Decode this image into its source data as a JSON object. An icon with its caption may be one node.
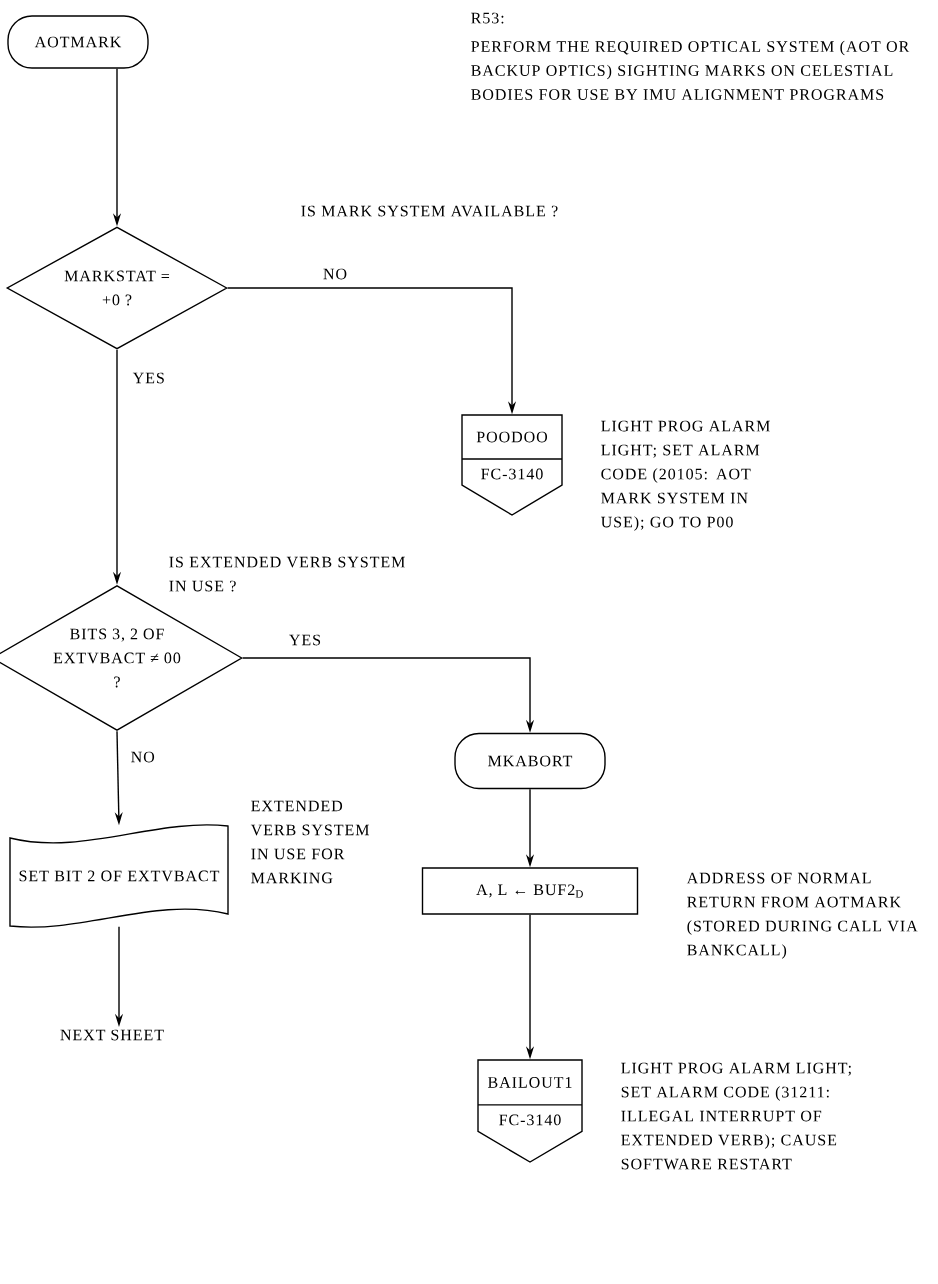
{
  "diagram": {
    "nodes": [
      {
        "text": [
          "AOTMARK"
        ]
      },
      {
        "text": [
          "MARKSTAT = +0 ?"
        ]
      },
      {
        "text": [
          "POODOO",
          "FC-3140"
        ],
        "beside": [
          "LIGHT PROG ALARM LIGHT; SET ALARM CODE (20105: AOT MARK SYSTEM IN USE); GO TO P00"
        ]
      },
      {
        "text": [
          "BITS 3, 2 OF EXTVBACT ≠ 00 ?"
        ],
        "beside": [
          "IS EXTENDED VERB SYSTEM IN USE ?"
        ]
      },
      {
        "text": [
          "MKABORT"
        ]
      },
      {
        "text": [
          "SET BIT 2 OF EXTVBACT"
        ],
        "beside": [
          "EXTENDED VERB SYSTEM IN USE FOR MARKING"
        ]
      },
      {
        "text": [
          "A, L ← BUF2$_{D}$"
        ],
        "beside": [
          "ADDRESS OF NORMAL RETURN FROM AOTMARK (STORED DURING CALL VIA BANKCALL)"
        ]
      },
      {
        "text": [
          "NEXT SHEET"
        ]
      },
      {
        "text": [
          "BAILOUT1",
          "FC-3140"
        ],
        "beside": [
          "LIGHT PROG ALARM LIGHT; SET ALARM CODE (31211: ILLEGAL INTERRUPT OF EXTENDED VERB); CAUSE SOFTWARE RESTART"
        ]
      }
    ],
    "edges": [
      {
        "from": 0,
        "to": 1,
        "arrow": "to"
      },
      {
        "from": 1,
        "to": 2,
        "arrow": "to",
        "label": "NO"
      },
      {
        "from": 1,
        "to": 3,
        "arrow": "to",
        "label": "YES"
      },
      {
        "from": 3,
        "to": 4,
        "arrow": "to",
        "label": "YES"
      },
      {
        "from": 3,
        "to": 5,
        "arrow": "to",
        "label": "NO"
      },
      {
        "from": 5,
        "to": 7,
        "arrow": "to"
      },
      {
        "from": 4,
        "to": 6,
        "arrow": "to"
      },
      {
        "from": 6,
        "to": 8,
        "arrow": "to"
      }
    ],
    "labels": [
      "R53:",
      "PERFORM THE REQUIRED OPTICAL SYSTEM (AOT OR BACKUP OPTICS) SIGHTING MARKS ON CELESTIAL BODIES FOR USE BY IMU ALIGNMENT PROGRAMS",
      "IS MARK SYSTEM AVAILABLE ?"
    ]
  }
}
